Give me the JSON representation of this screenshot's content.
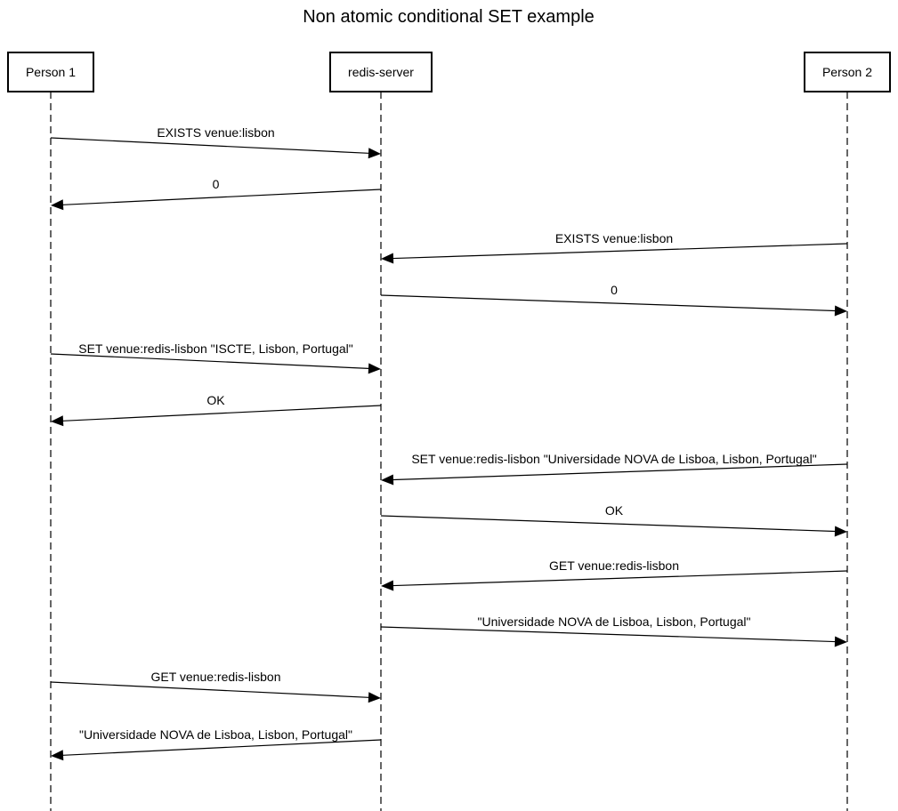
{
  "title": "Non atomic conditional SET example",
  "actors": [
    {
      "id": "p1",
      "label": "Person 1"
    },
    {
      "id": "srv",
      "label": "redis-server"
    },
    {
      "id": "p2",
      "label": "Person 2"
    }
  ],
  "messages": [
    {
      "from": "p1",
      "to": "srv",
      "label": "EXISTS venue:lisbon"
    },
    {
      "from": "srv",
      "to": "p1",
      "label": "0"
    },
    {
      "from": "p2",
      "to": "srv",
      "label": "EXISTS venue:lisbon"
    },
    {
      "from": "srv",
      "to": "p2",
      "label": "0"
    },
    {
      "from": "p1",
      "to": "srv",
      "label": "SET venue:redis-lisbon \"ISCTE, Lisbon, Portugal\""
    },
    {
      "from": "srv",
      "to": "p1",
      "label": "OK"
    },
    {
      "from": "p2",
      "to": "srv",
      "label": "SET venue:redis-lisbon \"Universidade NOVA de Lisboa, Lisbon, Portugal\""
    },
    {
      "from": "srv",
      "to": "p2",
      "label": "OK"
    },
    {
      "from": "p2",
      "to": "srv",
      "label": "GET venue:redis-lisbon"
    },
    {
      "from": "srv",
      "to": "p2",
      "label": "\"Universidade NOVA de Lisboa, Lisbon, Portugal\""
    },
    {
      "from": "p1",
      "to": "srv",
      "label": "GET venue:redis-lisbon"
    },
    {
      "from": "srv",
      "to": "p1",
      "label": "\"Universidade NOVA de Lisboa, Lisbon, Portugal\""
    }
  ]
}
